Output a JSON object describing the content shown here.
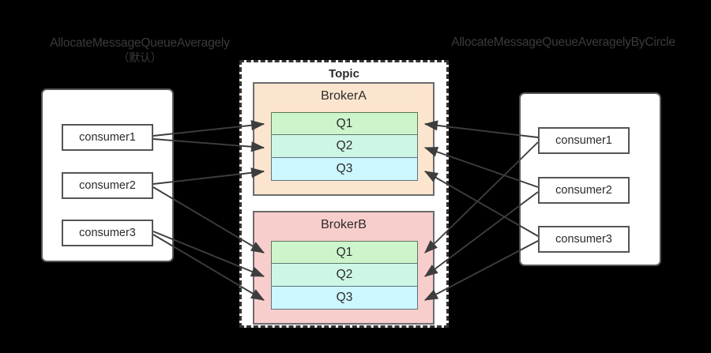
{
  "diagram": {
    "titles": {
      "left_main": "AllocateMessageQueueAveragely",
      "left_sub": "（默认）",
      "right_main": "AllocateMessageQueueAveragelyByCircle"
    },
    "topic": {
      "label": "Topic",
      "brokers": [
        {
          "id": "brokerA",
          "label": "BrokerA",
          "color": "#fce5ce",
          "queues": [
            {
              "label": "Q1",
              "color": "#ccf5cc"
            },
            {
              "label": "Q2",
              "color": "#cdf7e4"
            },
            {
              "label": "Q3",
              "color": "#ccf7ff"
            }
          ]
        },
        {
          "id": "brokerB",
          "label": "BrokerB",
          "color": "#f8cecc",
          "queues": [
            {
              "label": "Q1",
              "color": "#ccf5cc"
            },
            {
              "label": "Q2",
              "color": "#cdf7e4"
            },
            {
              "label": "Q3",
              "color": "#ccf7ff"
            }
          ]
        }
      ]
    },
    "consumer_groups": {
      "left": {
        "strategy": "AllocateMessageQueueAveragely",
        "consumers": [
          {
            "label": "consumer1"
          },
          {
            "label": "consumer2"
          },
          {
            "label": "consumer3"
          }
        ]
      },
      "right": {
        "strategy": "AllocateMessageQueueAveragelyByCircle",
        "consumers": [
          {
            "label": "consumer1"
          },
          {
            "label": "consumer2"
          },
          {
            "label": "consumer3"
          }
        ]
      }
    },
    "assignments": {
      "left": [
        {
          "consumer": "consumer1",
          "queues": [
            "BrokerA.Q1",
            "BrokerA.Q2"
          ]
        },
        {
          "consumer": "consumer2",
          "queues": [
            "BrokerA.Q3",
            "BrokerB.Q1"
          ]
        },
        {
          "consumer": "consumer3",
          "queues": [
            "BrokerB.Q2",
            "BrokerB.Q3"
          ]
        }
      ],
      "right": [
        {
          "consumer": "consumer1",
          "queues": [
            "BrokerA.Q1",
            "BrokerB.Q1"
          ]
        },
        {
          "consumer": "consumer2",
          "queues": [
            "BrokerA.Q2",
            "BrokerB.Q2"
          ]
        },
        {
          "consumer": "consumer3",
          "queues": [
            "BrokerA.Q3",
            "BrokerB.Q3"
          ]
        }
      ]
    },
    "colors": {
      "background": "#000000",
      "surface": "#ffffff",
      "stroke": "#3d3d3d",
      "broker_a": "#fce5ce",
      "broker_b": "#f8cecc",
      "queue_q1": "#ccf5cc",
      "queue_q2": "#cdf7e4",
      "queue_q3": "#ccf7ff"
    }
  }
}
